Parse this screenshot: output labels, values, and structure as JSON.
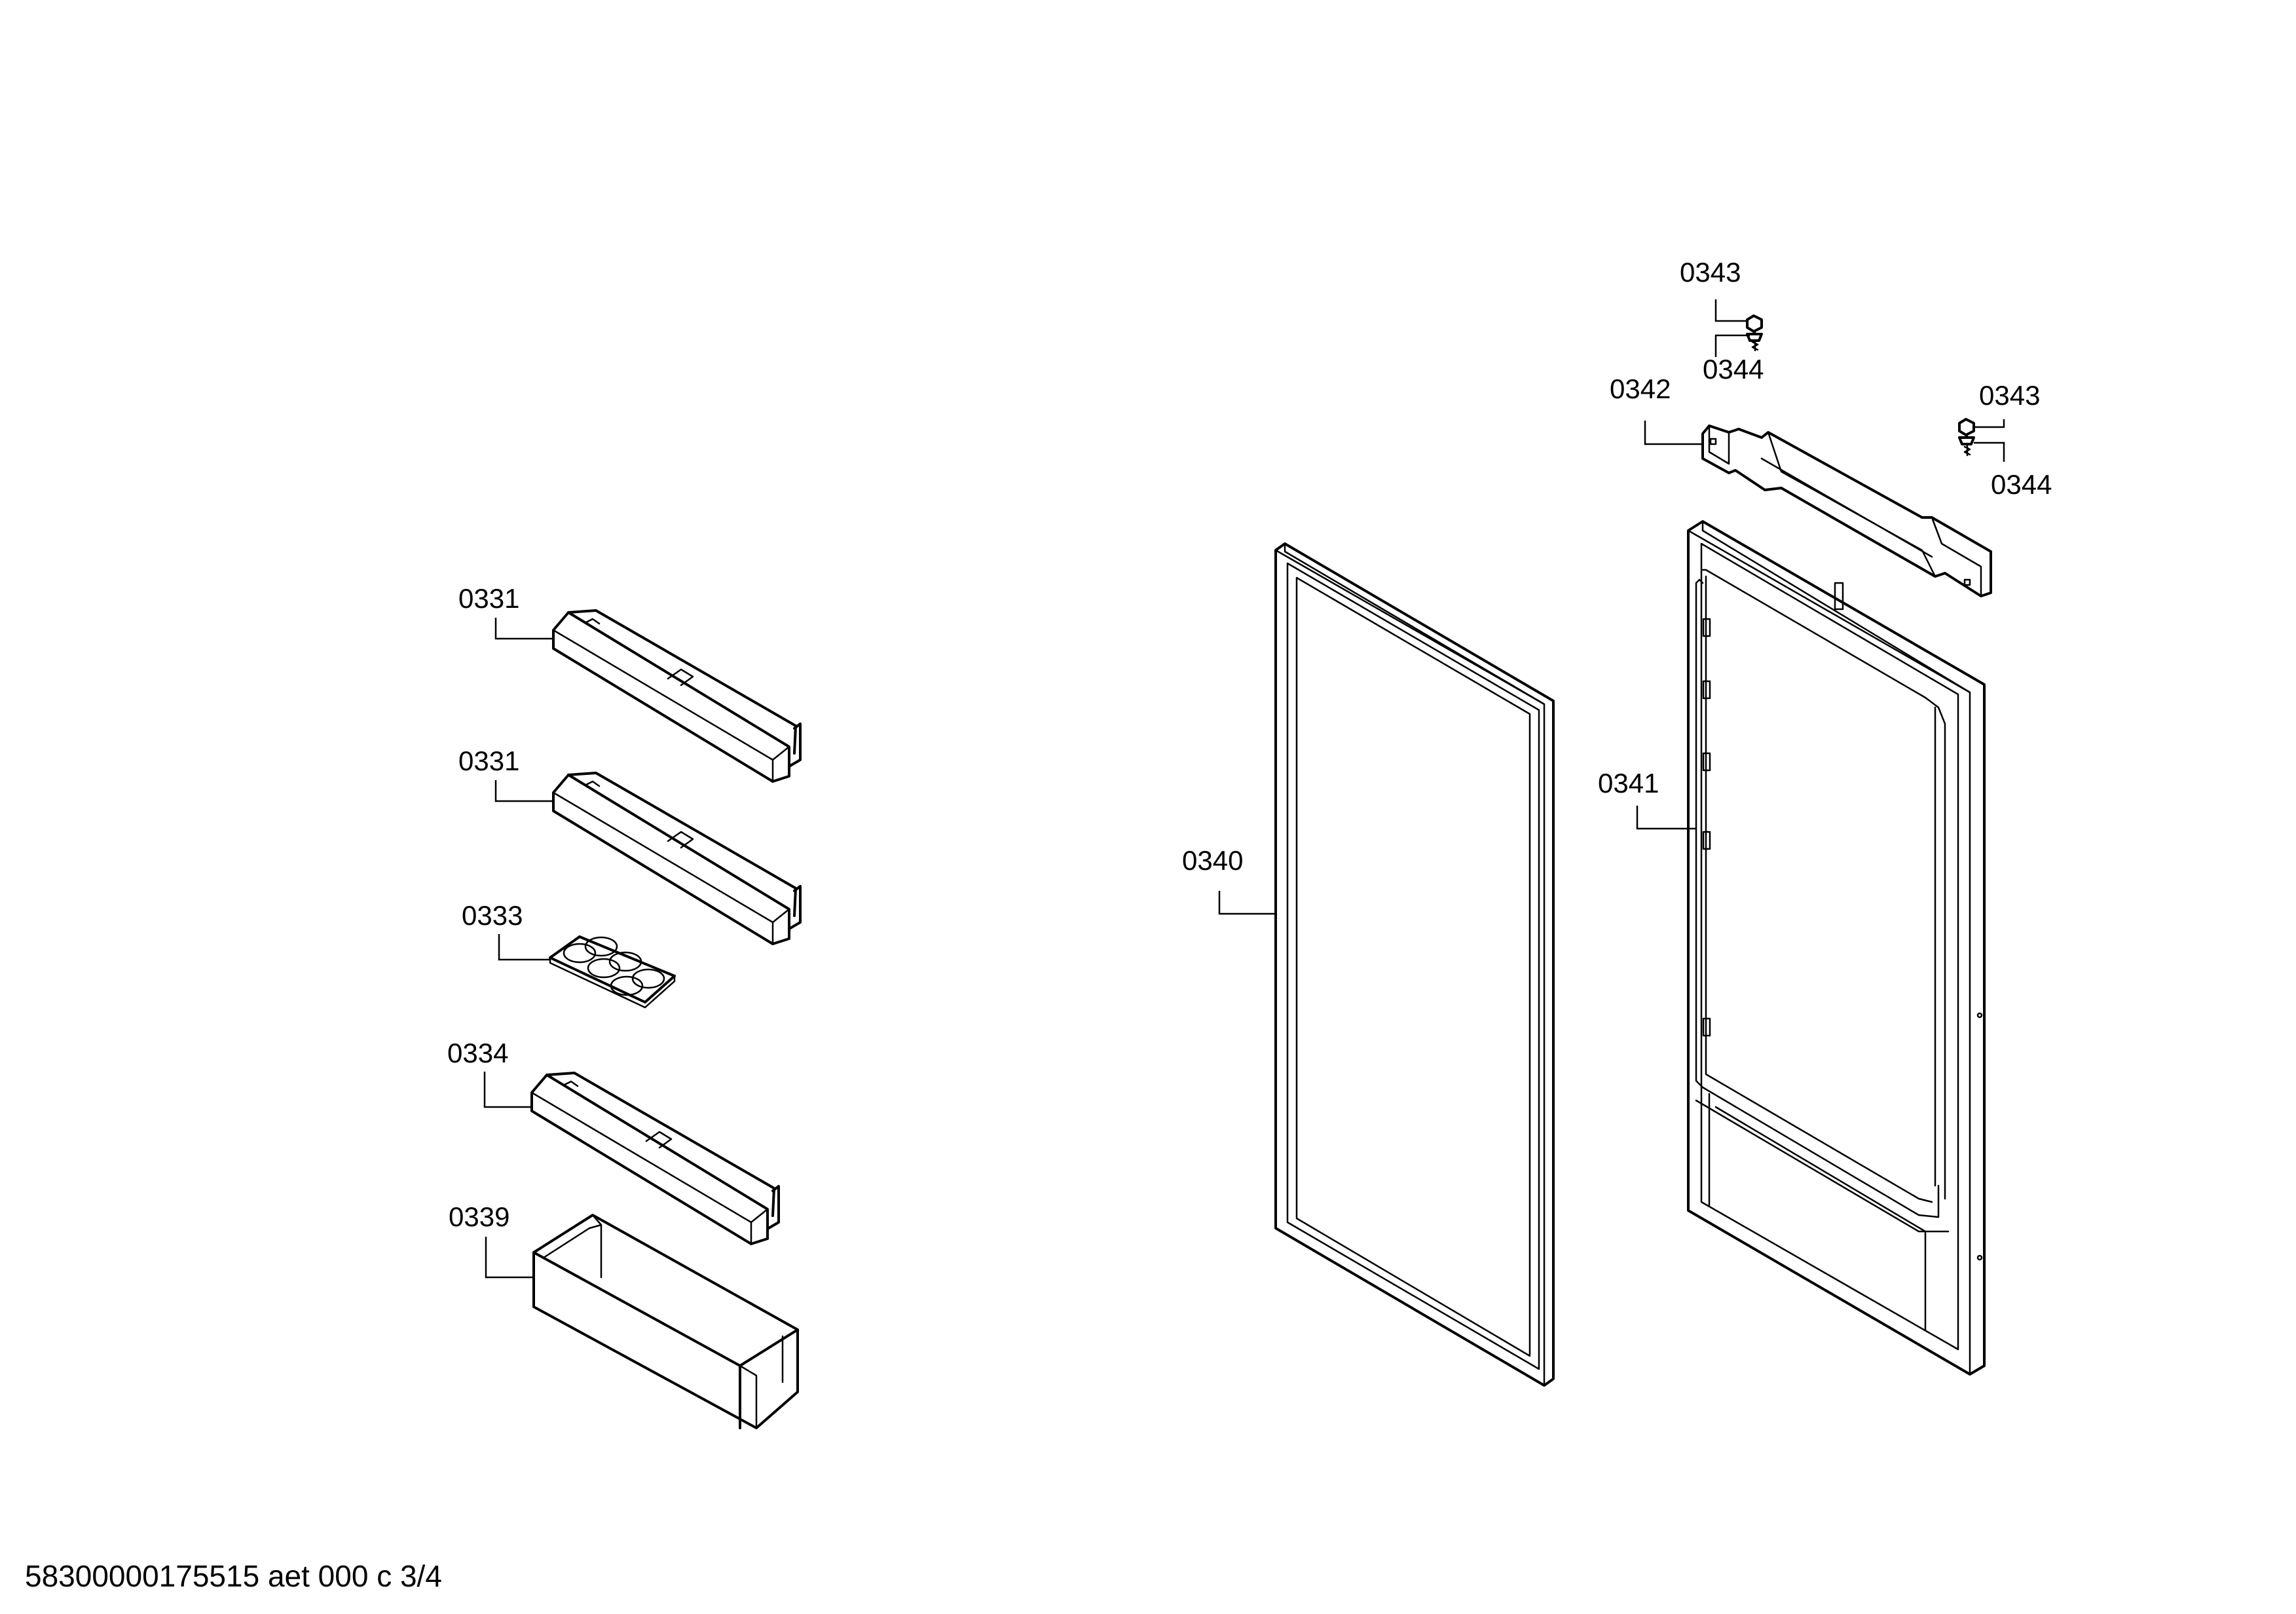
{
  "labels": {
    "bar_0331_a": "0331",
    "bar_0331_b": "0331",
    "egg_0333": "0333",
    "bar_0334": "0334",
    "box_0339": "0339",
    "gasket_0340": "0340",
    "door_0341": "0341",
    "hinge_0342": "0342",
    "nut_0343_a": "0343",
    "screw_0344_a": "0344",
    "nut_0343_b": "0343",
    "screw_0344_b": "0344"
  },
  "footer": {
    "text": "58300000175515 aet 000 c 3/4"
  }
}
